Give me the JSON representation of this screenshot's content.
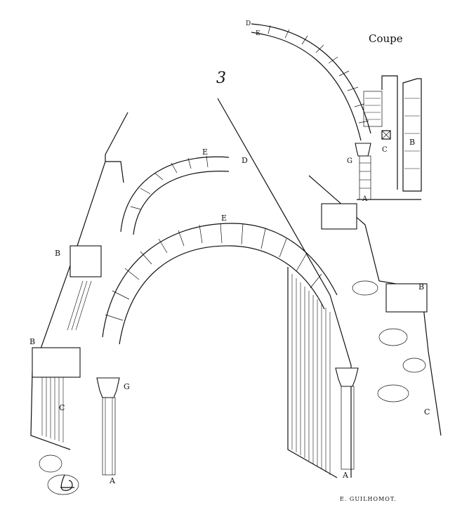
{
  "figure": {
    "number": "3",
    "section_title": "Coupe",
    "signature": "E. GUILHOMOT."
  },
  "labels": {
    "main": {
      "E_upper": "E",
      "D_upper": "D",
      "E_lower": "E",
      "B_left_upper": "B",
      "B_left_lower": "B",
      "B_right": "B",
      "C_left": "C",
      "C_right": "C",
      "G": "G",
      "A_left": "A",
      "A_right": "A"
    },
    "section": {
      "D": "D",
      "E": "E",
      "G": "G",
      "A": "A",
      "C": "C",
      "B": "B"
    }
  }
}
